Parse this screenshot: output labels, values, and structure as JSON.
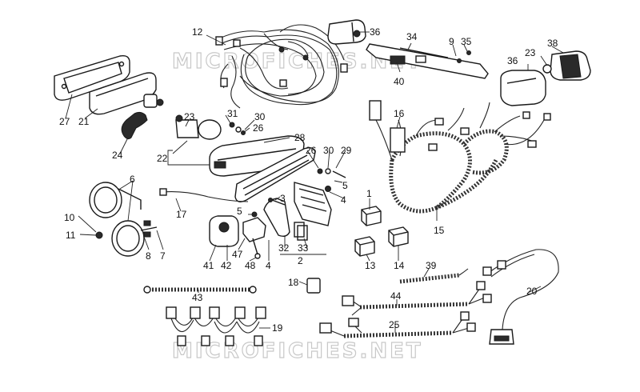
{
  "watermark": "MICROFICHES.NET",
  "callouts": {
    "c1": "1",
    "c2": "2",
    "c3": "3",
    "c4a": "4",
    "c4b": "4",
    "c5a": "5",
    "c5b": "5",
    "c6": "6",
    "c7": "7",
    "c8": "8",
    "c9": "9",
    "c10": "10",
    "c11": "11",
    "c12": "12",
    "c13": "13",
    "c14": "14",
    "c15": "15",
    "c16": "16",
    "c17": "17",
    "c18": "18",
    "c19": "19",
    "c20": "20",
    "c21": "21",
    "c22": "22",
    "c23a": "23",
    "c23b": "23",
    "c24": "24",
    "c25": "25",
    "c26a": "26",
    "c26b": "26",
    "c27": "27",
    "c28": "28",
    "c29": "29",
    "c30a": "30",
    "c30b": "30",
    "c31": "31",
    "c32": "32",
    "c33": "33",
    "c34": "34",
    "c35": "35",
    "c36a": "36",
    "c36b": "36",
    "c38": "38",
    "c39": "39",
    "c40": "40",
    "c41": "41",
    "c42": "42",
    "c43": "43",
    "c44": "44",
    "c47": "47",
    "c48": "48"
  }
}
